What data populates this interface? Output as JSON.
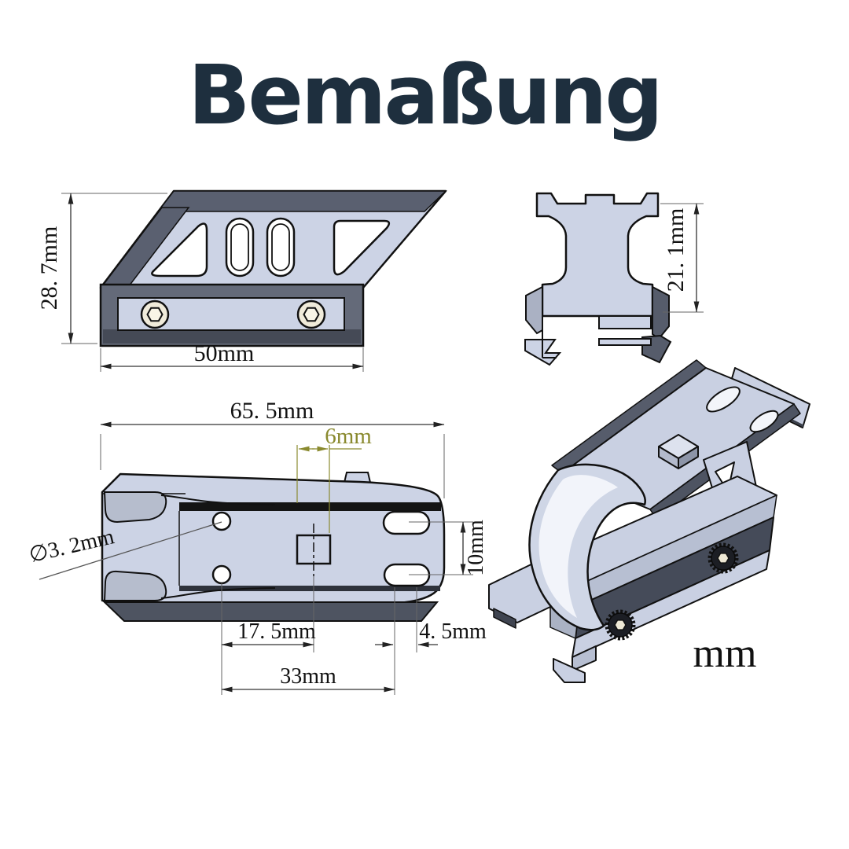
{
  "title": "Bemaßung",
  "colors": {
    "title": "#1e2f3e",
    "part_fill": "#ccd3e5",
    "part_dark": "#5a6070",
    "dimension": "#333333",
    "highlight_dimension": "#8a8a2f"
  },
  "side_view": {
    "height": "28. 7mm",
    "width": "50mm"
  },
  "front_view": {
    "height": "21. 1mm"
  },
  "top_view": {
    "length": "65. 5mm",
    "lug_width": "6mm",
    "hole_diameter": "∅3. 2mm",
    "slot_spacing": "10mm",
    "hole_offset": "17. 5mm",
    "slot_offset": "4. 5mm",
    "hole_span": "33mm"
  },
  "iso_view": {
    "unit": "mm"
  }
}
